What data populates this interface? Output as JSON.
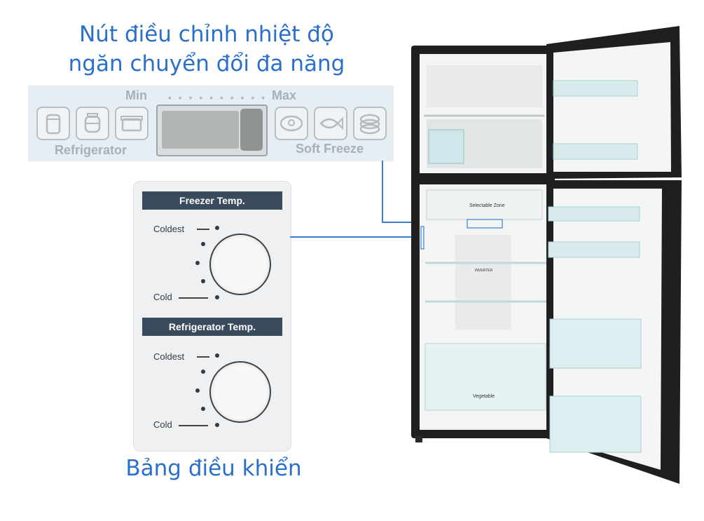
{
  "captions": {
    "title_line1": "Nút điều chỉnh nhiệt độ",
    "title_line2": "ngăn chuyển đổi đa năng",
    "panel_caption": "Bảng điều khiển"
  },
  "switch_strip": {
    "min_label": "Min",
    "max_label": "Max",
    "left_label": "Refrigerator",
    "right_label": "Soft Freeze",
    "icons": [
      "can-icon",
      "jar-icon",
      "container-icon",
      "meat-icon",
      "fish-icon",
      "sliced-meat-icon"
    ]
  },
  "control_panel": {
    "freezer_header": "Freezer Temp.",
    "refrigerator_header": "Refrigerator Temp.",
    "coldest_label": "Coldest",
    "cold_label": "Cold"
  },
  "fridge_labels": {
    "selectable_zone": "Selectable Zone",
    "vegetable": "Vegetable",
    "inverter": "INVERTER"
  },
  "colors": {
    "caption_blue": "#2a6fc9",
    "panel_header": "#3a4b5e",
    "fridge_body": "#1f1f22",
    "connector": "#3a7fd0"
  }
}
